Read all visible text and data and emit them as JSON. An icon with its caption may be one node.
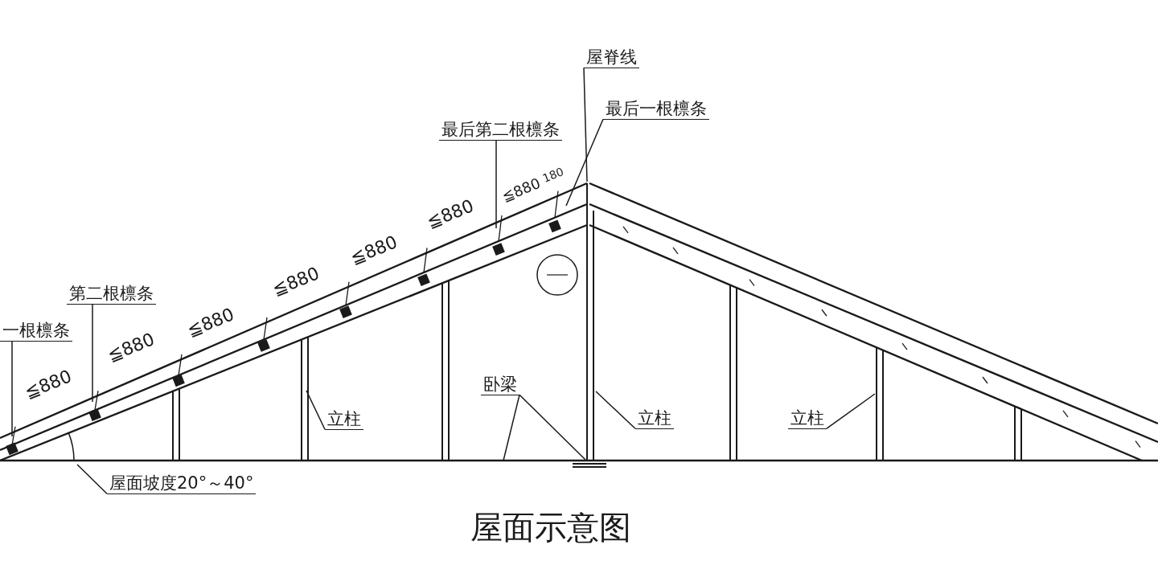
{
  "diagram": {
    "title": "屋面示意图",
    "nodes": [
      {
        "text": [
          "屋脊线"
        ]
      },
      {
        "text": [
          "最后一根檩条"
        ]
      },
      {
        "text": [
          "最后第二根檩条"
        ]
      },
      {
        "text": [
          "第二根檩条"
        ]
      },
      {
        "text": [
          "一根檩条"
        ]
      },
      {
        "text": [
          "立柱"
        ]
      },
      {
        "text": [
          "卧梁"
        ]
      },
      {
        "text": [
          "立柱"
        ]
      },
      {
        "text": [
          "立柱"
        ]
      },
      {
        "text": [
          "屋面坡度20°～40°"
        ]
      }
    ],
    "edges": [
      {
        "from": 0,
        "to": null,
        "arrow": "none"
      },
      {
        "from": 1,
        "to": null,
        "arrow": "none"
      },
      {
        "from": 2,
        "to": null,
        "arrow": "none"
      },
      {
        "from": 3,
        "to": null,
        "arrow": "none"
      },
      {
        "from": 4,
        "to": null,
        "arrow": "none"
      },
      {
        "from": 5,
        "to": null,
        "arrow": "none"
      },
      {
        "from": 6,
        "to": null,
        "arrow": "none"
      },
      {
        "from": 6,
        "to": null,
        "arrow": "none"
      },
      {
        "from": 7,
        "to": null,
        "arrow": "none"
      },
      {
        "from": 8,
        "to": null,
        "arrow": "none"
      },
      {
        "from": 9,
        "to": null,
        "arrow": "none"
      }
    ],
    "labels": [
      "≦880",
      "≦880",
      "≦880",
      "≦880",
      "≦880",
      "≦880",
      "≦880",
      "180"
    ]
  }
}
